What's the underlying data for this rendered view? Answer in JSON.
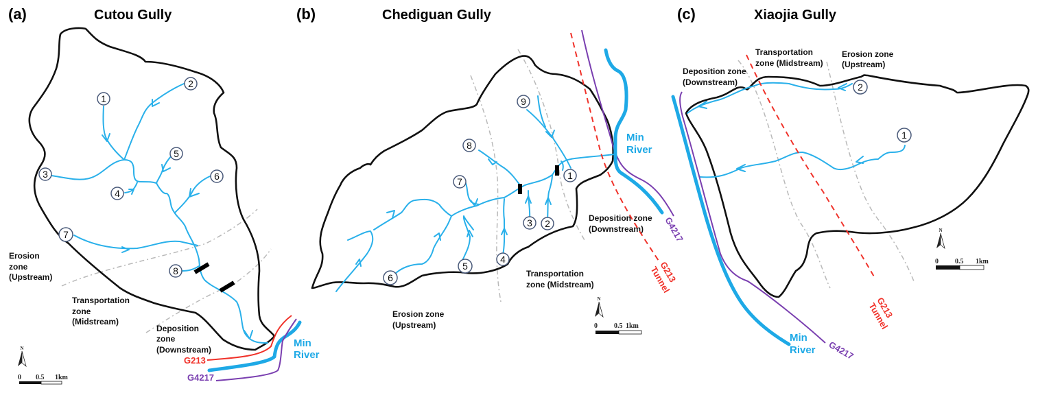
{
  "colors": {
    "stream": "#29b0ea",
    "river": "#1ea9e6",
    "boundary": "#111111",
    "g213": "#f0322a",
    "g4217": "#7a3fb0",
    "zone_line": "#b9b9b9"
  },
  "panels": [
    {
      "id": "a",
      "label": "(a)",
      "title": "Cutou Gully",
      "nodes": [
        "1",
        "2",
        "3",
        "4",
        "5",
        "6",
        "7",
        "8"
      ],
      "zones": {
        "erosion": [
          "Erosion",
          "zone",
          "(Upstream)"
        ],
        "transportation": [
          "Transportation",
          "zone",
          "(Midstream)"
        ],
        "deposition": [
          "Deposition",
          "zone",
          "(Downstream)"
        ]
      },
      "river": [
        "Min",
        "River"
      ],
      "roads": {
        "g213": "G213",
        "g4217": "G4217"
      },
      "scale": {
        "zero": "0",
        "half": "0.5",
        "full": "1km",
        "north": "N"
      }
    },
    {
      "id": "b",
      "label": "(b)",
      "title": "Chediguan Gully",
      "nodes": [
        "1",
        "2",
        "3",
        "4",
        "5",
        "6",
        "7",
        "8",
        "9"
      ],
      "zones": {
        "erosion": [
          "Erosion zone",
          "(Upstream)"
        ],
        "transportation": [
          "Transportation",
          "zone (Midstream)"
        ],
        "deposition": [
          "Deposition zone",
          "(Downstream)"
        ]
      },
      "river": [
        "Min",
        "River"
      ],
      "roads": {
        "g213": "G213",
        "tunnel": "Tunnel",
        "g4217": "G4217"
      },
      "scale": {
        "zero": "0",
        "half": "0.5",
        "full": "1km",
        "north": "N"
      }
    },
    {
      "id": "c",
      "label": "(c)",
      "title": "Xiaojia Gully",
      "nodes": [
        "1",
        "2"
      ],
      "zones": {
        "erosion": [
          "Erosion zone",
          "(Upstream)"
        ],
        "transportation": [
          "Transportation",
          "zone (Midstream)"
        ],
        "deposition": [
          "Deposition zone",
          "(Downstream)"
        ]
      },
      "river": [
        "Min",
        "River"
      ],
      "roads": {
        "g213": "G213",
        "tunnel": "Tunnel",
        "g4217": "G4217"
      },
      "scale": {
        "zero": "0",
        "half": "0.5",
        "full": "1km",
        "north": "N"
      }
    }
  ]
}
